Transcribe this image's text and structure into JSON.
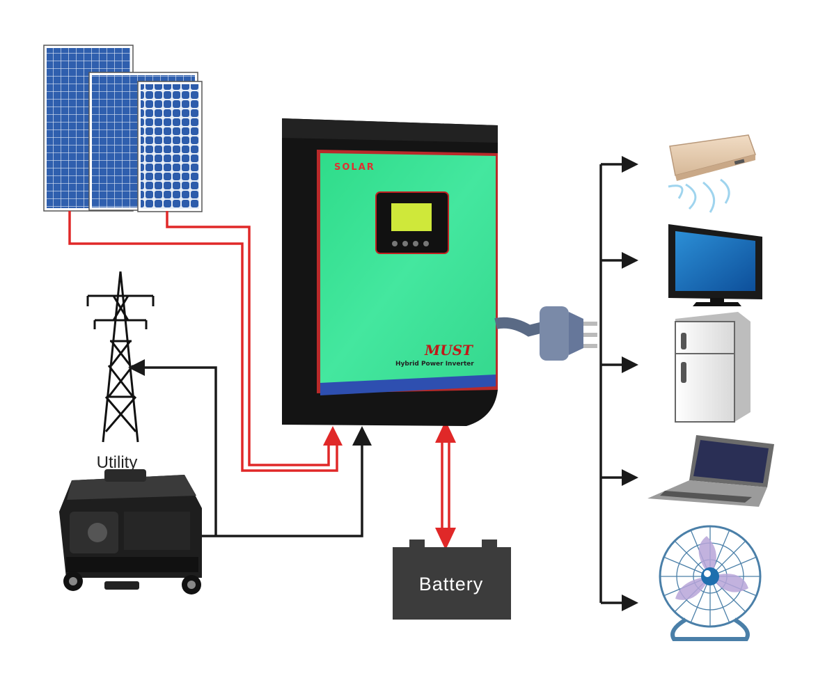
{
  "labels": {
    "utility": "Utility",
    "battery": "Battery"
  },
  "inverter": {
    "brand": "SOLAR",
    "model": "MUST",
    "subtitle": "Hybrid Power Inverter"
  },
  "icons": {
    "solar": "solar-panel-icon",
    "tower": "power-tower-icon",
    "generator": "generator-icon",
    "inverter": "hybrid-inverter-icon",
    "battery": "battery-icon",
    "plug": "power-plug-icon",
    "loads": [
      "air-conditioner-icon",
      "television-icon",
      "refrigerator-icon",
      "laptop-icon",
      "fan-icon"
    ]
  },
  "colors": {
    "solar_line": "#e02828",
    "ac_line": "#1a1a1a",
    "inverter_face": "#3fe59a",
    "battery_body": "#3c3c3c"
  }
}
